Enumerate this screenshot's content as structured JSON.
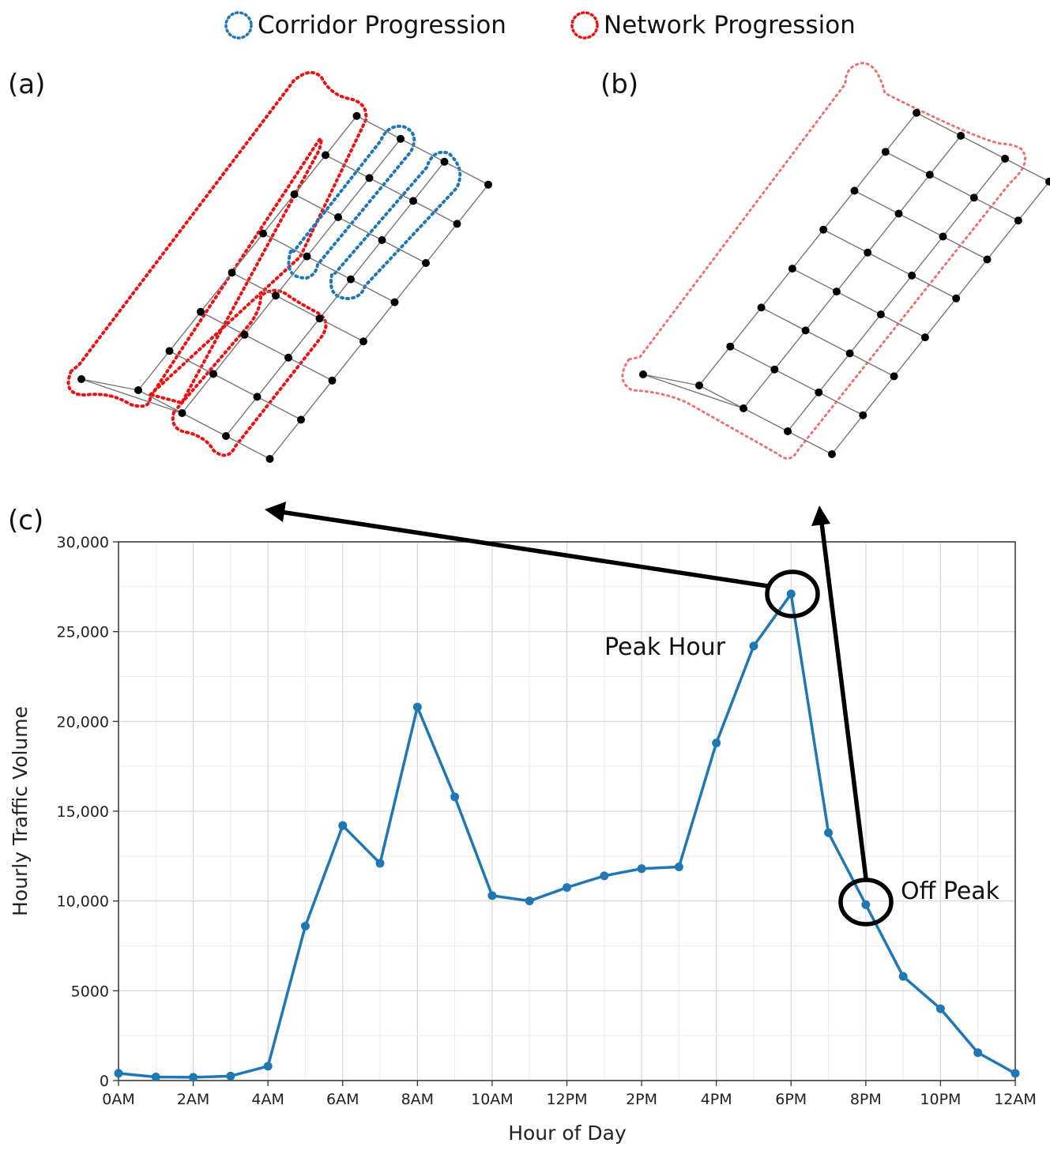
{
  "legend": {
    "corridor": {
      "label": "Corridor Progression",
      "color": "#1f77b4"
    },
    "network": {
      "label": "Network Progression",
      "color": "#ee1111"
    }
  },
  "panels": {
    "a": "(a)",
    "b": "(b)",
    "c": "(c)"
  },
  "annotations": {
    "peak": "Peak Hour",
    "off_peak": "Off Peak"
  },
  "colors": {
    "line": "#1f77b4",
    "grid": "#dddddd",
    "network_b": "#f07070"
  },
  "chart_data": {
    "type": "line",
    "title": "",
    "xlabel": "Hour of Day",
    "ylabel": "Hourly Traffic Volume",
    "xlim": [
      0,
      24
    ],
    "ylim": [
      0,
      30000
    ],
    "x_ticks": [
      {
        "x": 0,
        "label": "0AM"
      },
      {
        "x": 2,
        "label": "2AM"
      },
      {
        "x": 4,
        "label": "4AM"
      },
      {
        "x": 6,
        "label": "6AM"
      },
      {
        "x": 8,
        "label": "8AM"
      },
      {
        "x": 10,
        "label": "10AM"
      },
      {
        "x": 12,
        "label": "12PM"
      },
      {
        "x": 14,
        "label": "2PM"
      },
      {
        "x": 16,
        "label": "4PM"
      },
      {
        "x": 18,
        "label": "6PM"
      },
      {
        "x": 20,
        "label": "8PM"
      },
      {
        "x": 22,
        "label": "10PM"
      },
      {
        "x": 24,
        "label": "12AM"
      }
    ],
    "y_ticks": [
      {
        "y": 0,
        "label": "0"
      },
      {
        "y": 5000,
        "label": "5000"
      },
      {
        "y": 10000,
        "label": "10,000"
      },
      {
        "y": 15000,
        "label": "15,000"
      },
      {
        "y": 20000,
        "label": "20,000"
      },
      {
        "y": 25000,
        "label": "25,000"
      },
      {
        "y": 30000,
        "label": "30,000"
      }
    ],
    "grid": true,
    "x": [
      0,
      1,
      2,
      3,
      4,
      5,
      6,
      7,
      8,
      9,
      10,
      11,
      12,
      13,
      14,
      15,
      16,
      17,
      18,
      19,
      20,
      21,
      22,
      23,
      24
    ],
    "values": [
      400,
      200,
      180,
      250,
      800,
      8600,
      14200,
      12100,
      20800,
      15800,
      10300,
      10000,
      10750,
      11400,
      11800,
      11900,
      18800,
      24200,
      27100,
      13800,
      9800,
      5800,
      4000,
      1550,
      400
    ]
  }
}
